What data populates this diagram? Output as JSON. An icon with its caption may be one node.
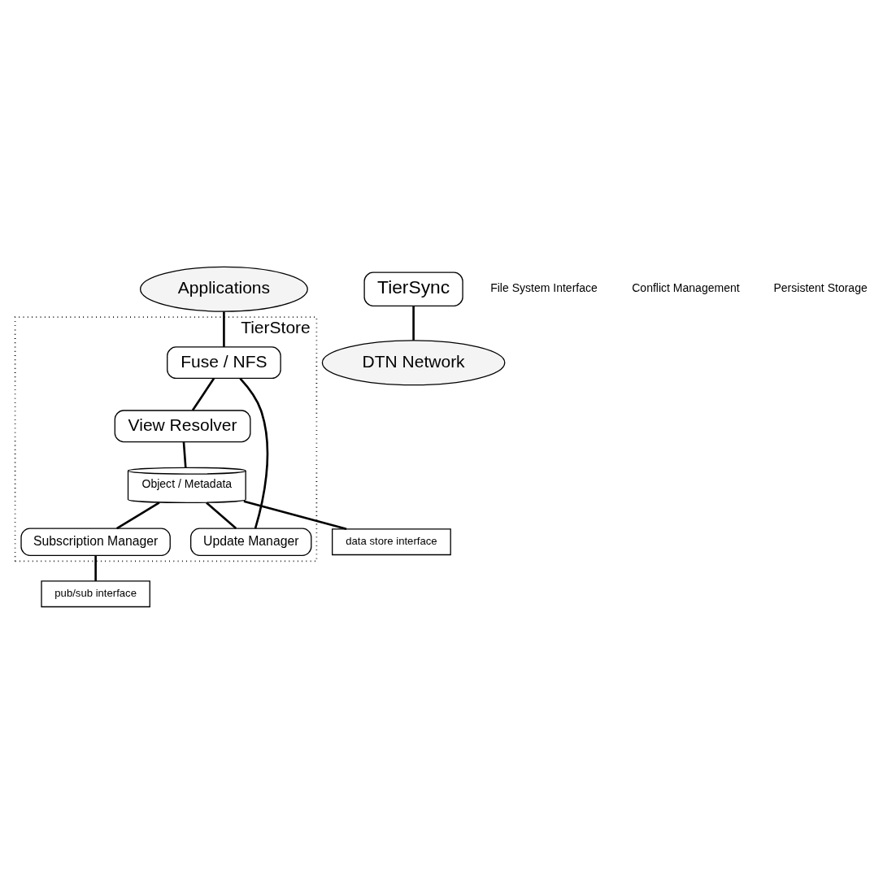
{
  "diagram": {
    "nodes": [
      {
        "text": [
          "Applications"
        ]
      },
      {
        "text": [
          "TierStore"
        ]
      },
      {
        "text": [
          "Fuse / NFS"
        ],
        "in": 1
      },
      {
        "text": [
          "View Resolver"
        ],
        "in": 1
      },
      {
        "text": [
          "Object / Metadata"
        ],
        "in": 1
      },
      {
        "text": [
          "Update Manager"
        ],
        "in": 1
      },
      {
        "text": [
          "Subscription Manager"
        ],
        "in": 1
      },
      {
        "text": [
          "data store interface"
        ]
      },
      {
        "text": [
          "pub/sub interface"
        ]
      },
      {
        "text": [
          "TierSync"
        ]
      },
      {
        "text": [
          "DTN Network"
        ]
      }
    ],
    "edges": [
      {
        "from": 0,
        "to": 2,
        "arrow": "none"
      },
      {
        "from": 2,
        "to": 3,
        "arrow": "none"
      },
      {
        "from": 2,
        "to": 5,
        "arrow": "none"
      },
      {
        "from": 3,
        "to": 4,
        "arrow": "none"
      },
      {
        "from": 4,
        "to": 5,
        "arrow": "none"
      },
      {
        "from": 4,
        "to": 6,
        "arrow": "none"
      },
      {
        "from": 4,
        "to": 7,
        "arrow": "none"
      },
      {
        "from": 6,
        "to": 8,
        "arrow": "none"
      },
      {
        "from": 9,
        "to": 10,
        "arrow": "none"
      }
    ],
    "labels": [
      "File System Interface",
      "Conflict Management",
      "Persistent Storage"
    ]
  }
}
